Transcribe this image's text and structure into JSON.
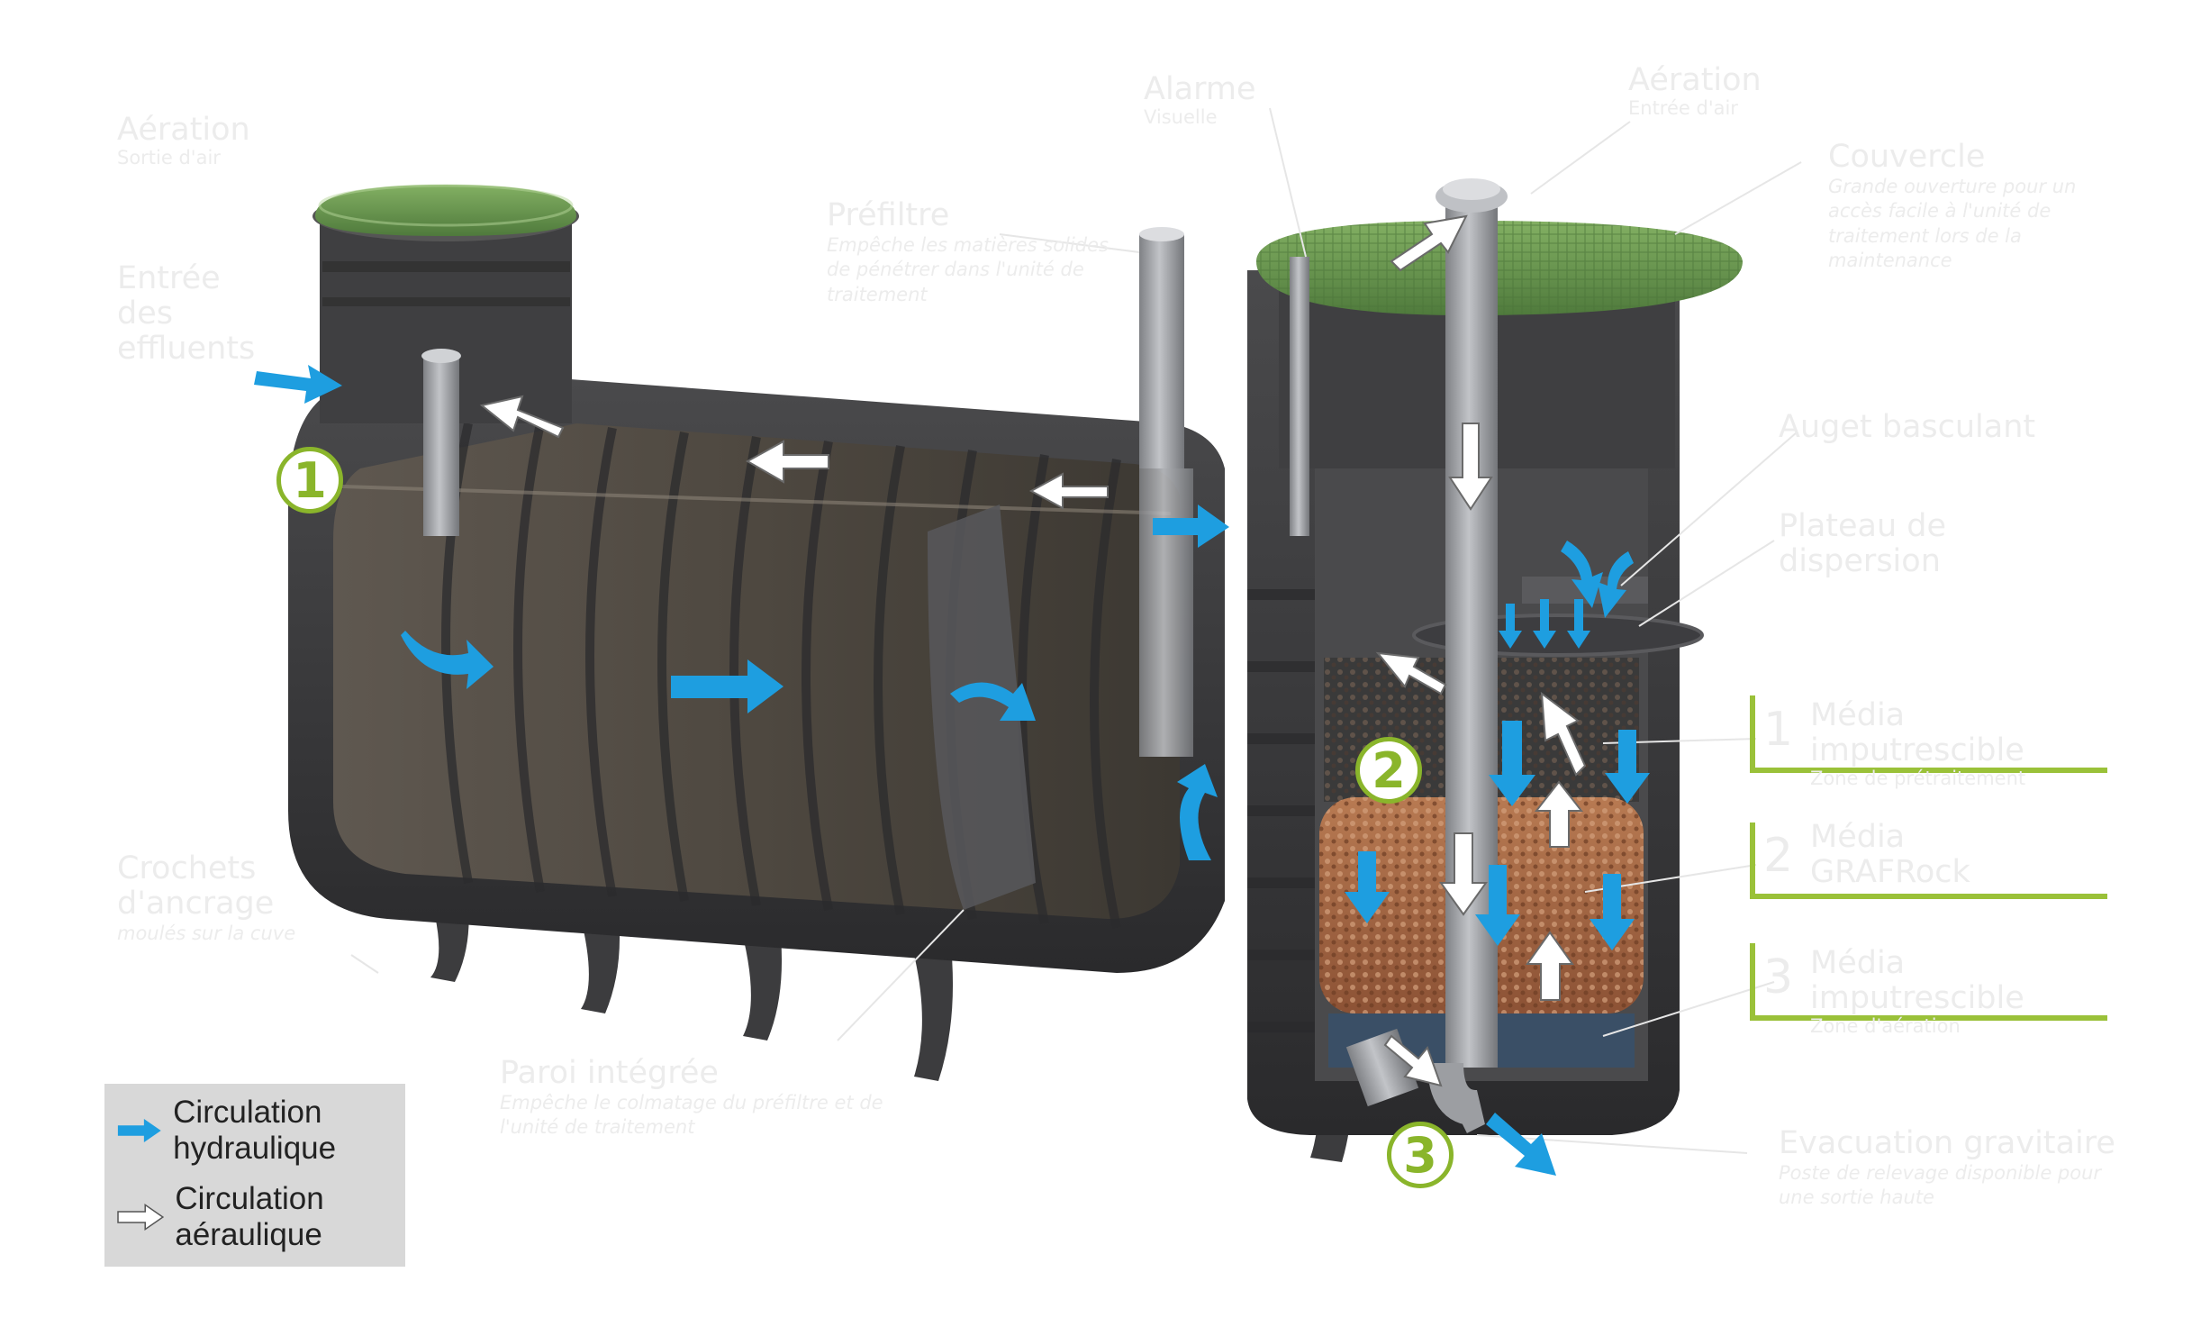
{
  "labels": {
    "aeration_sortie": {
      "title": "Aération",
      "sub": "Sortie d'air"
    },
    "entree_effluents": {
      "title": "Entrée des effluents"
    },
    "prefiltre": {
      "title": "Préfiltre",
      "sub": "Empêche les matières solides de pénétrer dans l'unité de traitement"
    },
    "alarme": {
      "title": "Alarme",
      "sub": "Visuelle"
    },
    "aeration_entree": {
      "title": "Aération",
      "sub": "Entrée d'air"
    },
    "couvercle": {
      "title": "Couvercle",
      "sub": "Grande ouverture pour un accès facile à l'unité de traitement lors de la maintenance"
    },
    "auget": {
      "title": "Auget basculant"
    },
    "plateau": {
      "title": "Plateau de dispersion"
    },
    "media1": {
      "num": "1",
      "title": "Média imputrescible",
      "sub": "Zone de prétraitement"
    },
    "media2": {
      "num": "2",
      "title": "Média GRAFRock"
    },
    "media3": {
      "num": "3",
      "title": "Média imputrescible",
      "sub": "Zone d'aération"
    },
    "crochets": {
      "title": "Crochets d'ancrage",
      "sub": "moulés sur la cuve"
    },
    "paroi": {
      "title": "Paroi intégrée",
      "sub": "Empêche le colmatage du préfiltre et de l'unité de traitement"
    },
    "evacuation": {
      "title": "Evacuation gravitaire",
      "sub": "Poste de relevage disponible pour une sortie haute"
    }
  },
  "badges": [
    "1",
    "2",
    "3"
  ],
  "legend": {
    "hydraulic": "Circulation hydraulique",
    "air": "Circulation aéraulique"
  },
  "colors": {
    "hydraulic_arrow": "#1e9ee0",
    "air_arrow": "#ffffff",
    "badge": "#8ab52b",
    "lid": "#6f9e57",
    "tank": "#3a3a3c",
    "bracket": "#9ac139"
  },
  "icons": {
    "hydraulic": "blue-arrow-icon",
    "air": "white-arrow-icon"
  }
}
